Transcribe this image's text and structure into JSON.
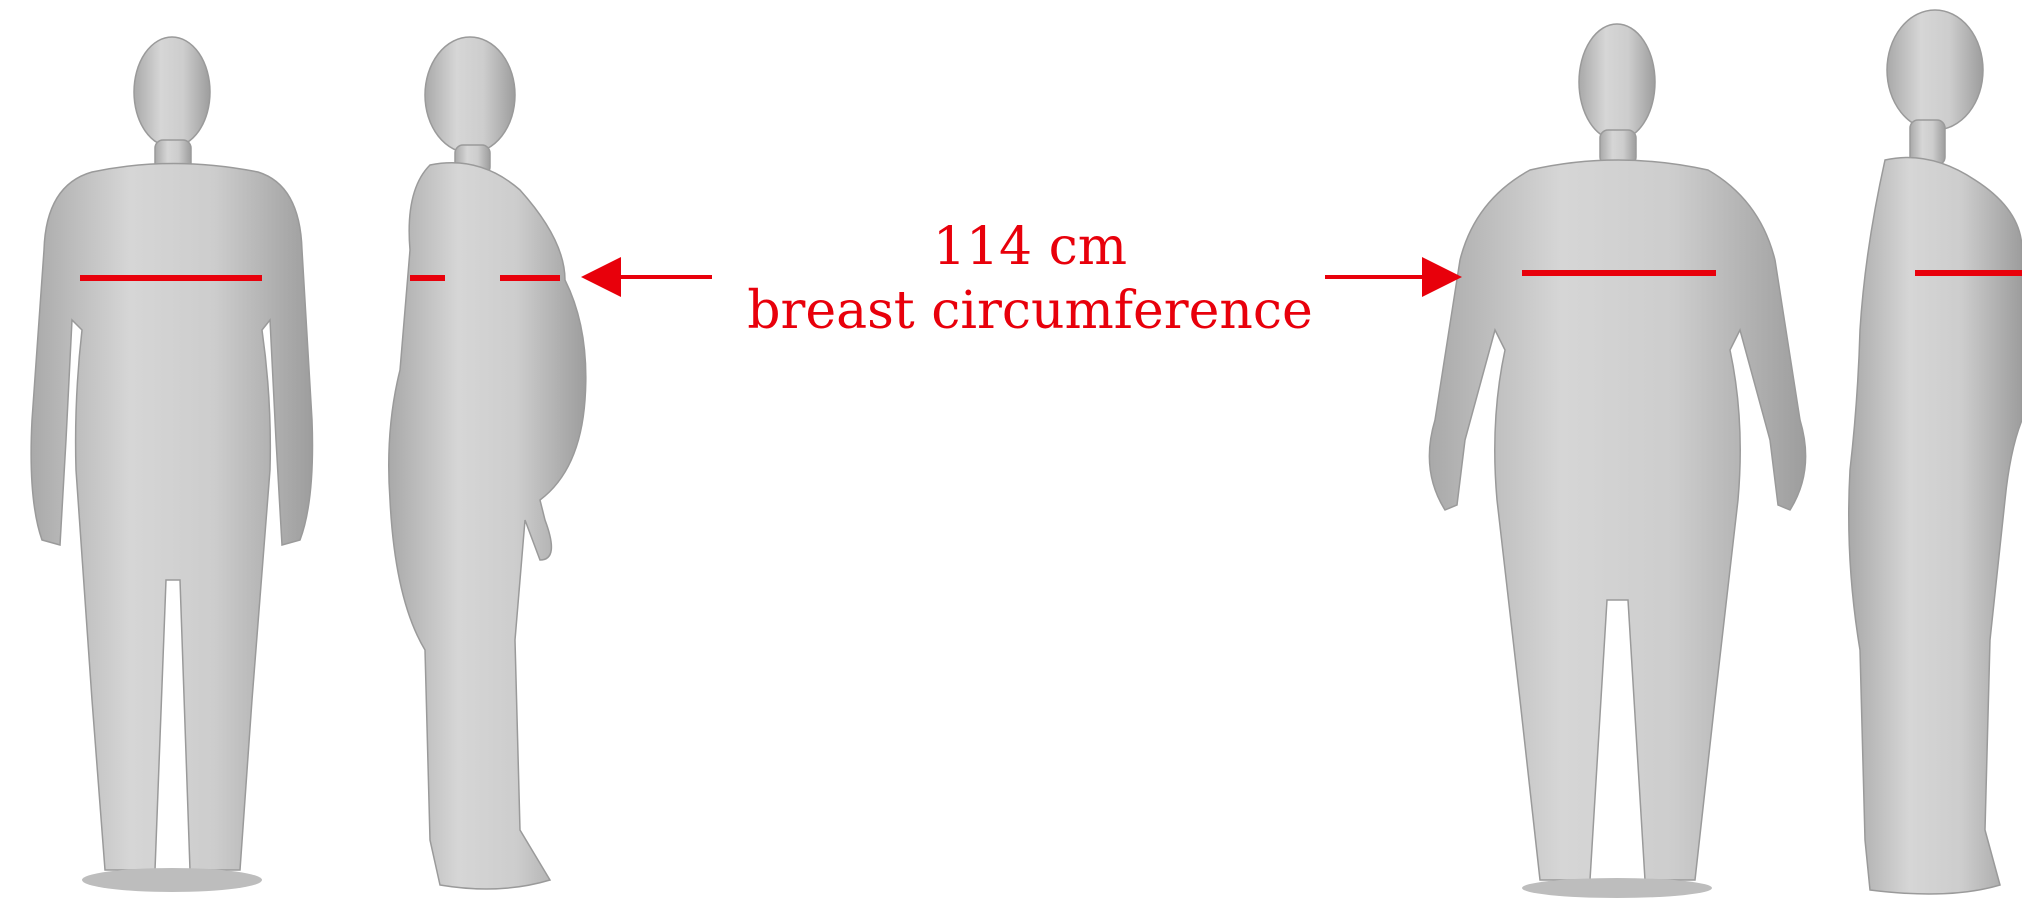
{
  "annotation": {
    "value": "114 cm",
    "label": "breast circumference"
  },
  "colors": {
    "background": "#ffffff",
    "marker": "#e8000b",
    "body": "#c4c4c4"
  },
  "figures": [
    "front-view-subject-a",
    "side-view-subject-a",
    "front-view-subject-b",
    "side-view-subject-b"
  ]
}
